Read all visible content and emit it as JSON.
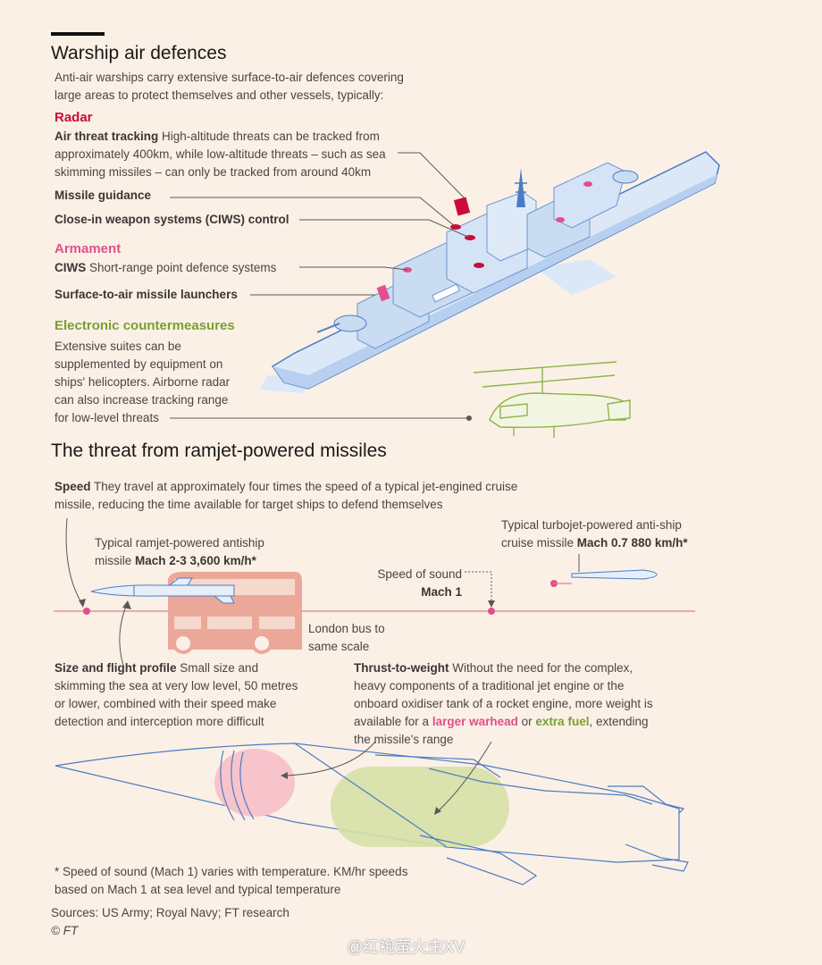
{
  "section1": {
    "title": "Warship air defences",
    "intro_line1": "Anti-air warships carry extensive surface-to-air defences covering",
    "intro_line2": "large areas to protect themselves and other vessels, typically:",
    "radar": {
      "heading": "Radar",
      "air_tracking_label": "Air threat tracking",
      "air_tracking_text1": "High-altitude threats can be tracked from",
      "air_tracking_text2": "approximately 400km, while low-altitude threats – such as sea",
      "air_tracking_text3": "skimming missiles – can only be tracked from around 40km",
      "missile_guidance": "Missile guidance",
      "ciws_control": "Close-in weapon systems (CIWS) control"
    },
    "armament": {
      "heading": "Armament",
      "ciws_label": "CIWS",
      "ciws_text": "Short-range point defence systems",
      "sam_launchers": "Surface-to-air missile launchers"
    },
    "ecm": {
      "heading": "Electronic countermeasures",
      "line1": "Extensive suites can be",
      "line2": "supplemented by equipment on",
      "line3": "ships' helicopters. Airborne radar",
      "line4": "can also increase tracking range",
      "line5": "for low-level threats"
    }
  },
  "section2": {
    "title": "The threat from ramjet-powered missiles",
    "speed_label": "Speed",
    "speed_text1": "They travel at approximately four times the speed of a typical jet-engined cruise",
    "speed_text2": "missile, reducing the time available for target ships to defend themselves",
    "ramjet_line1": "Typical ramjet-powered antiship",
    "ramjet_line2_plain": "missile",
    "ramjet_line2_bold": "Mach 2-3 3,600 km/h*",
    "turbojet_line1": "Typical turbojet-powered anti-ship",
    "turbojet_line2_plain": "cruise missile",
    "turbojet_line2_bold": "Mach 0.7 880 km/h*",
    "sound_line1": "Speed of sound",
    "sound_line2": "Mach 1",
    "bus_line1": "London bus to",
    "bus_line2": "same scale",
    "size_label": "Size and flight profile",
    "size_text1": "Small size and",
    "size_text2": "skimming the sea at very low level, 50 metres",
    "size_text3": "or lower, combined with their speed make",
    "size_text4": "detection and interception more difficult",
    "thrust_label": "Thrust-to-weight",
    "thrust_text1": "Without the need for the complex,",
    "thrust_text2": "heavy components of a traditional jet engine or the",
    "thrust_text3": "onboard oxidiser tank of a rocket engine, more weight is",
    "thrust_text4a": "available for a",
    "thrust_hl_warhead": "larger warhead",
    "thrust_text4b": "or",
    "thrust_hl_fuel": "extra fuel",
    "thrust_text4c": ", extending",
    "thrust_text5": "the missile's range"
  },
  "footnote": {
    "line1": "* Speed of sound (Mach 1) varies with temperature. KM/hr speeds",
    "line2": "based on Mach 1 at sea level and typical temperature",
    "sources": "Sources: US Army; Royal Navy; FT research",
    "copyright": "© FT"
  },
  "watermark": "@红袍萤火虫XV",
  "colors": {
    "background": "#fbf0e6",
    "radar_red": "#cc0a3b",
    "armament_pink": "#e0508a",
    "ecm_green": "#79a030",
    "ship_blue": "#c9dcf2",
    "bus_salmon": "#e8a898"
  }
}
